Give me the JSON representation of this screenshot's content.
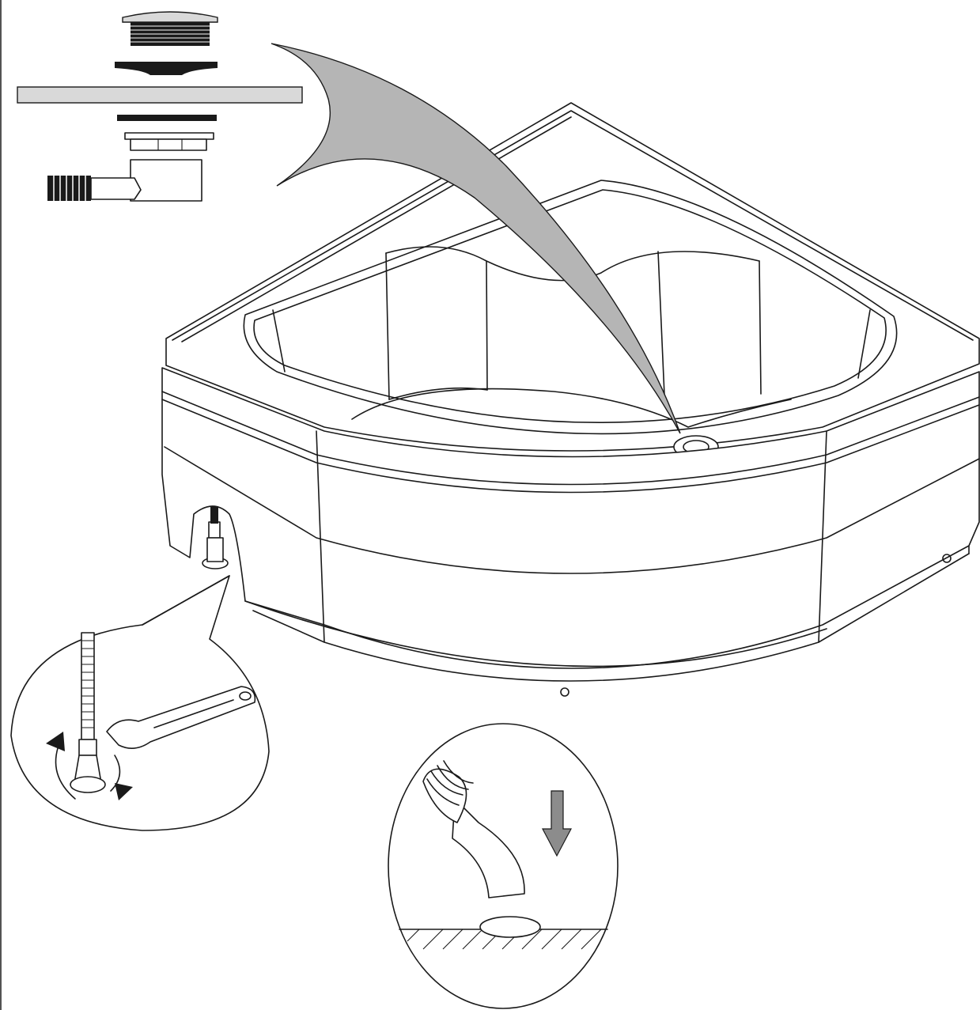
{
  "diagram": {
    "parts": [
      "drain-plug",
      "upper-gasket",
      "tray-floor-section",
      "lower-gasket",
      "locking-nut",
      "trap-siphon",
      "corrugated-hose"
    ],
    "arrow_fill": "#8c8c8c",
    "panel_fill": "#b5b5b5",
    "line_color": "#1a1a1a"
  }
}
